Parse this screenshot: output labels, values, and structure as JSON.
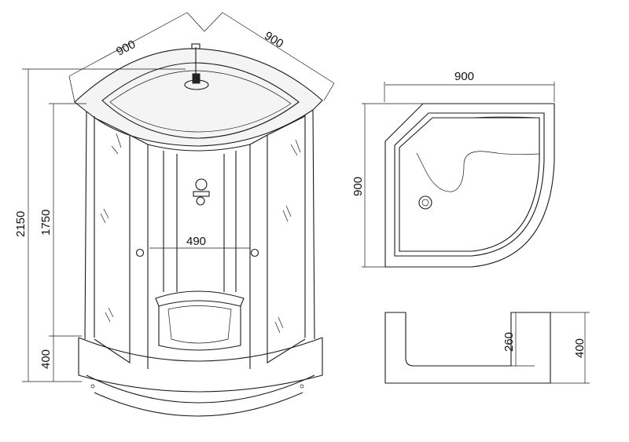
{
  "title": "",
  "views": {
    "front": {
      "dims": {
        "width_left": "900",
        "width_right": "900",
        "total_height": "2150",
        "door_height": "1750",
        "tray_height": "400",
        "door_opening": "490"
      }
    },
    "top": {
      "dims": {
        "width": "900",
        "depth": "900"
      }
    },
    "side": {
      "dims": {
        "inner_depth": "260",
        "tray_height": "400"
      }
    }
  }
}
